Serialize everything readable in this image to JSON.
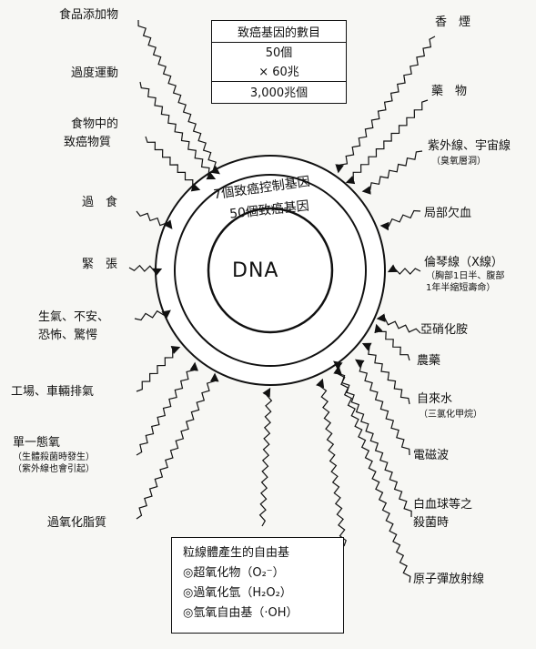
{
  "top_box": {
    "title": "致癌基因的數目",
    "row1": "50個",
    "row2": "× 60兆",
    "row3": "3,000兆個"
  },
  "center": {
    "outer_ring": "7個致癌控制基因",
    "middle_ring": "50個致癌基因",
    "core": "DNA"
  },
  "left_factors": [
    "食品添加物",
    "過度運動",
    "食物中的",
    "致癌物質",
    "過　食",
    "緊　張",
    "生氣、不安、",
    "恐怖、驚愕",
    "工場、車輛排氣",
    "單一態氧",
    "（生體殺菌時發生）",
    "（紫外線也會引起）",
    "過氧化脂質"
  ],
  "right_factors": [
    "香　煙",
    "藥　物",
    "紫外線、宇宙線",
    "（臭氧層洞）",
    "局部欠血",
    "倫琴線（X線）",
    "（胸部1日半、腹部",
    "1年半縮短壽命）",
    "亞硝化胺",
    "農藥",
    "自來水",
    "（三氯化甲烷）",
    "電磁波",
    "白血球等之",
    "殺菌時",
    "原子彈放射線"
  ],
  "bottom_box": {
    "title": "粒線體產生的自由基",
    "item1": "◎超氧化物（O₂⁻）",
    "item2": "◎過氧化氫（H₂O₂）",
    "item3": "◎氫氧自由基（·OH）"
  }
}
